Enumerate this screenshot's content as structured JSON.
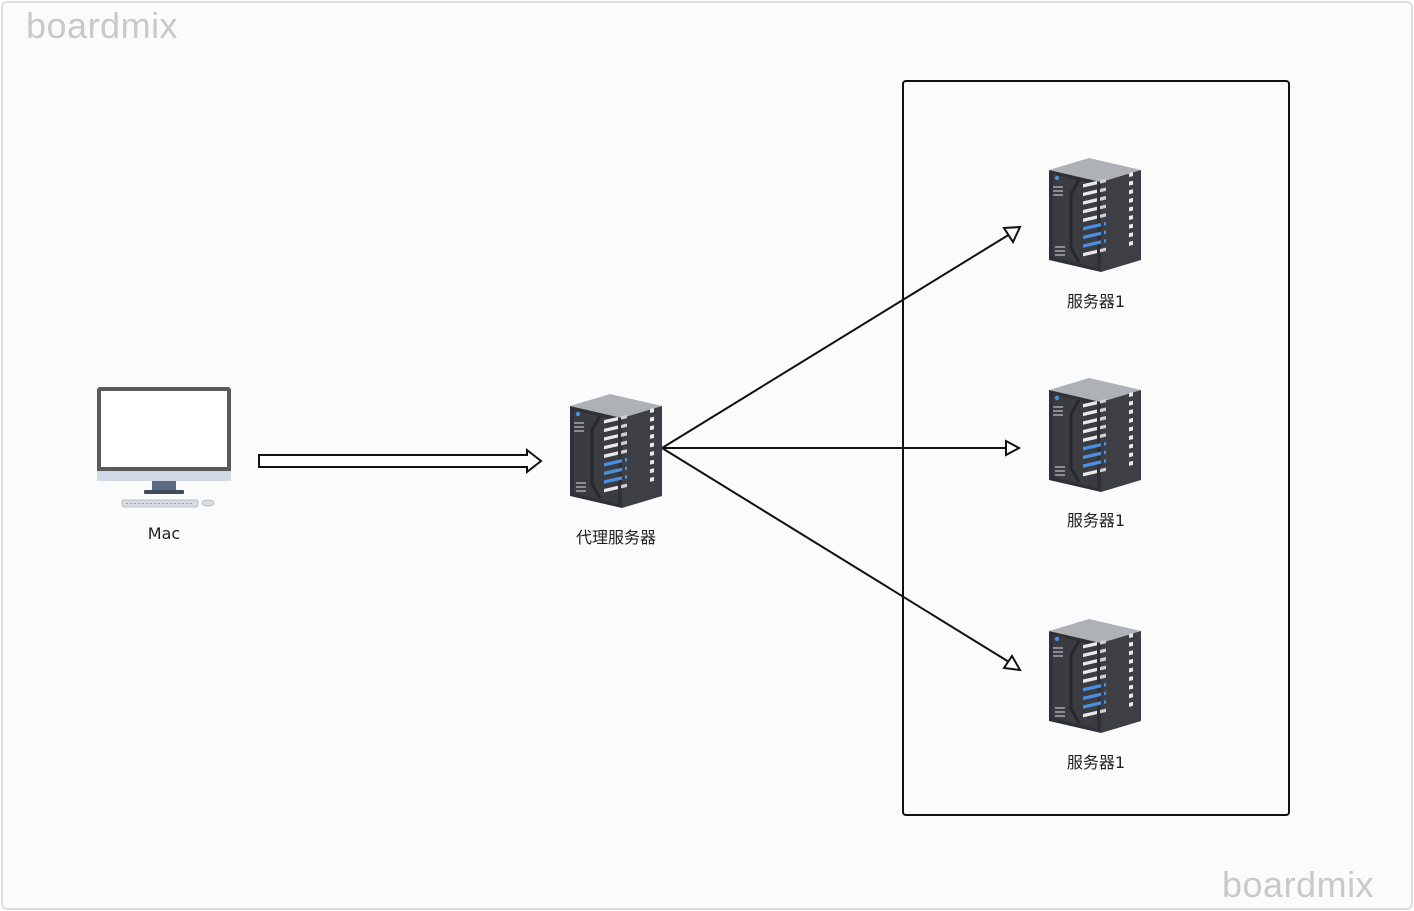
{
  "watermark": {
    "top": "boardmix",
    "bottom": "boardmix"
  },
  "nodes": {
    "client": {
      "label": "Mac",
      "icon": "desktop-computer-icon"
    },
    "proxy": {
      "label": "代理服务器",
      "icon": "server-tower-icon"
    },
    "servers": [
      {
        "label": "服务器1",
        "icon": "server-tower-icon"
      },
      {
        "label": "服务器1",
        "icon": "server-tower-icon"
      },
      {
        "label": "服务器1",
        "icon": "server-tower-icon"
      }
    ]
  },
  "colors": {
    "line": "#111111",
    "server_body": "#3d3f44",
    "server_top": "#aeb1b6",
    "server_light": "#4a90e2",
    "monitor_frame": "#5a5a5a",
    "monitor_stand": "#5b6b82"
  }
}
